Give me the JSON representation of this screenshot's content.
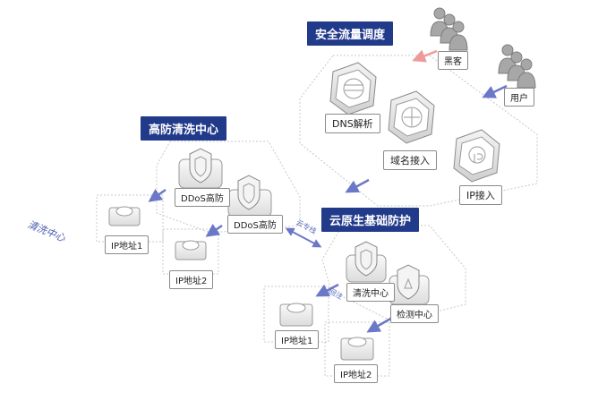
{
  "headers": {
    "security_dispatch": "安全流量调度",
    "high_defense_center": "高防清洗中心",
    "cloud_native_protection": "云原生基础防护"
  },
  "actors": {
    "hacker": "黑客",
    "user": "用户"
  },
  "dispatch_nodes": {
    "dns": "DNS解析",
    "domain": "域名接入",
    "ip_access": "IP接入"
  },
  "high_defense": {
    "ddos_1": "DDoS高防",
    "ddos_2": "DDoS高防",
    "ip_1": "IP地址1",
    "ip_2": "IP地址2"
  },
  "cloud_native": {
    "scrub_center": "清洗中心",
    "detect_center": "检测中心",
    "ip_1": "IP地址1",
    "ip_2": "IP地址2"
  },
  "side_label": "清洗中心",
  "link_labels": {
    "dedicated_line": "云专线",
    "return_path": "回注"
  },
  "colors": {
    "header_bg": "#223a8a",
    "arrow": "#6b78c7",
    "hacker_arrow": "#ee9a9a",
    "icon_gray": "#9a9a9a"
  }
}
